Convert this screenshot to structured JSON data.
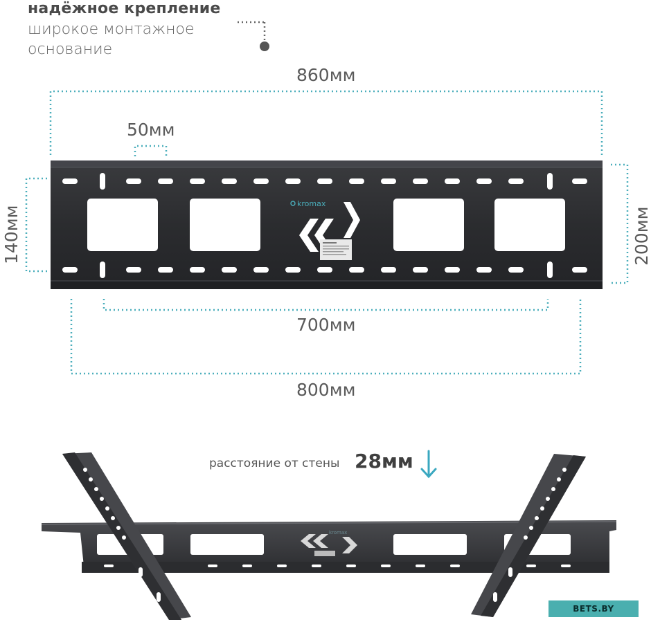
{
  "header": {
    "title": "надёжное крепление",
    "subtitle": "широкое монтажное основание"
  },
  "dimensions": {
    "overall_width": "860мм",
    "slot_spacing": "50мм",
    "left_height": "140мм",
    "right_height": "200мм",
    "inner_span": "700мм",
    "outer_span": "800мм"
  },
  "plate": {
    "brand": "kromax"
  },
  "distance": {
    "label": "расстояние от стены",
    "value": "28мм"
  },
  "watermark": {
    "text": "BETS.BY"
  },
  "colors": {
    "accent": "#4aaebb",
    "plate": "#2d2e31",
    "badge": "#4aafaf"
  },
  "icons": {
    "arrow": "down-arrow-icon",
    "connector": "dotted-pointer-icon"
  }
}
